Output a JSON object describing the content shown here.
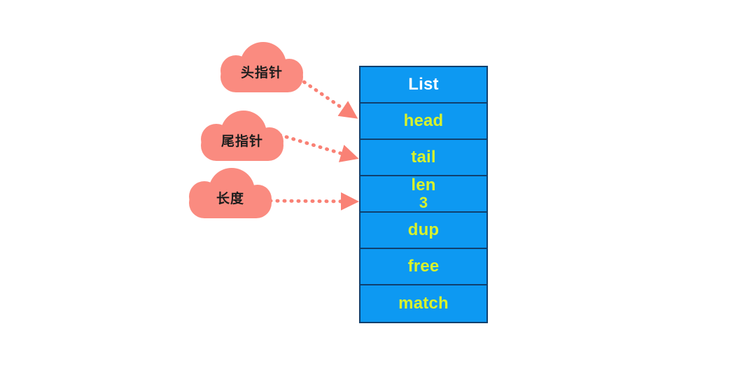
{
  "diagram": {
    "title": "List struct with annotation clouds",
    "colors": {
      "cell_fill": "#0d99f2",
      "cell_border": "#10406e",
      "cell_text": "#d8f22c",
      "title_text": "#ffffff",
      "cloud_fill": "#fa8b80",
      "cloud_text": "#1d1d1d",
      "arrow": "#f98175",
      "background": "#ffffff"
    },
    "struct": {
      "name": "List",
      "rows": [
        {
          "label": "List",
          "value": "",
          "is_title": true
        },
        {
          "label": "head",
          "value": "",
          "is_title": false
        },
        {
          "label": "tail",
          "value": "",
          "is_title": false
        },
        {
          "label": "len",
          "value": "3",
          "is_title": false
        },
        {
          "label": "dup",
          "value": "",
          "is_title": false
        },
        {
          "label": "free",
          "value": "",
          "is_title": false
        },
        {
          "label": "match",
          "value": "",
          "is_title": false
        }
      ]
    },
    "annotations": [
      {
        "id": "head-pointer",
        "label": "头指针",
        "points_to": "head"
      },
      {
        "id": "tail-pointer",
        "label": "尾指针",
        "points_to": "tail"
      },
      {
        "id": "length-counter",
        "label": "长度",
        "points_to": "len"
      }
    ]
  }
}
